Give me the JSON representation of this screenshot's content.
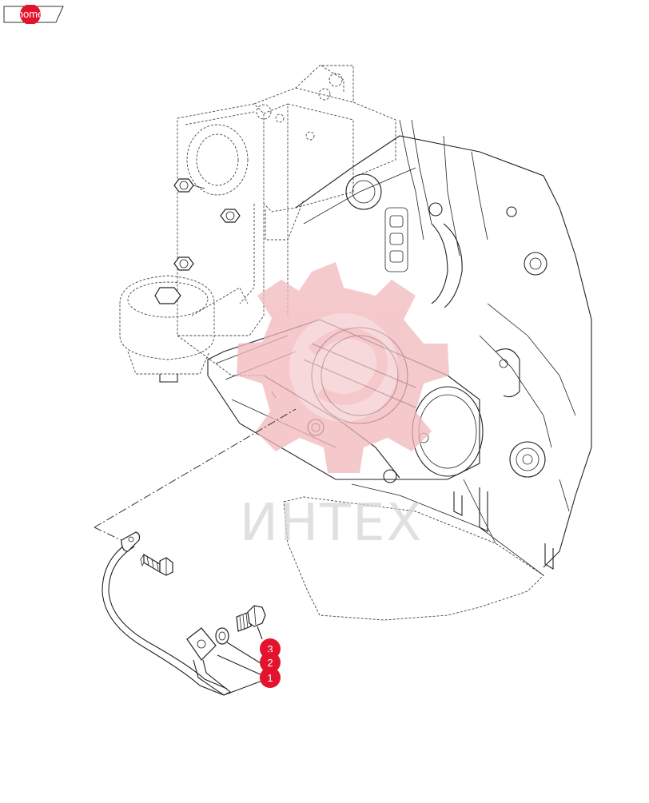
{
  "nav": {
    "home_label": "home"
  },
  "watermark": {
    "brand_text": "ИНТЕХ",
    "logo_color": "#f2b8bc",
    "text_color": "#d6d6d6"
  },
  "callouts": [
    {
      "number": "3"
    },
    {
      "number": "2"
    },
    {
      "number": "1"
    }
  ],
  "colors": {
    "callout_fill": "#e3122d",
    "line_color": "#222222"
  },
  "icons": {
    "home": "home-tab-icon"
  }
}
